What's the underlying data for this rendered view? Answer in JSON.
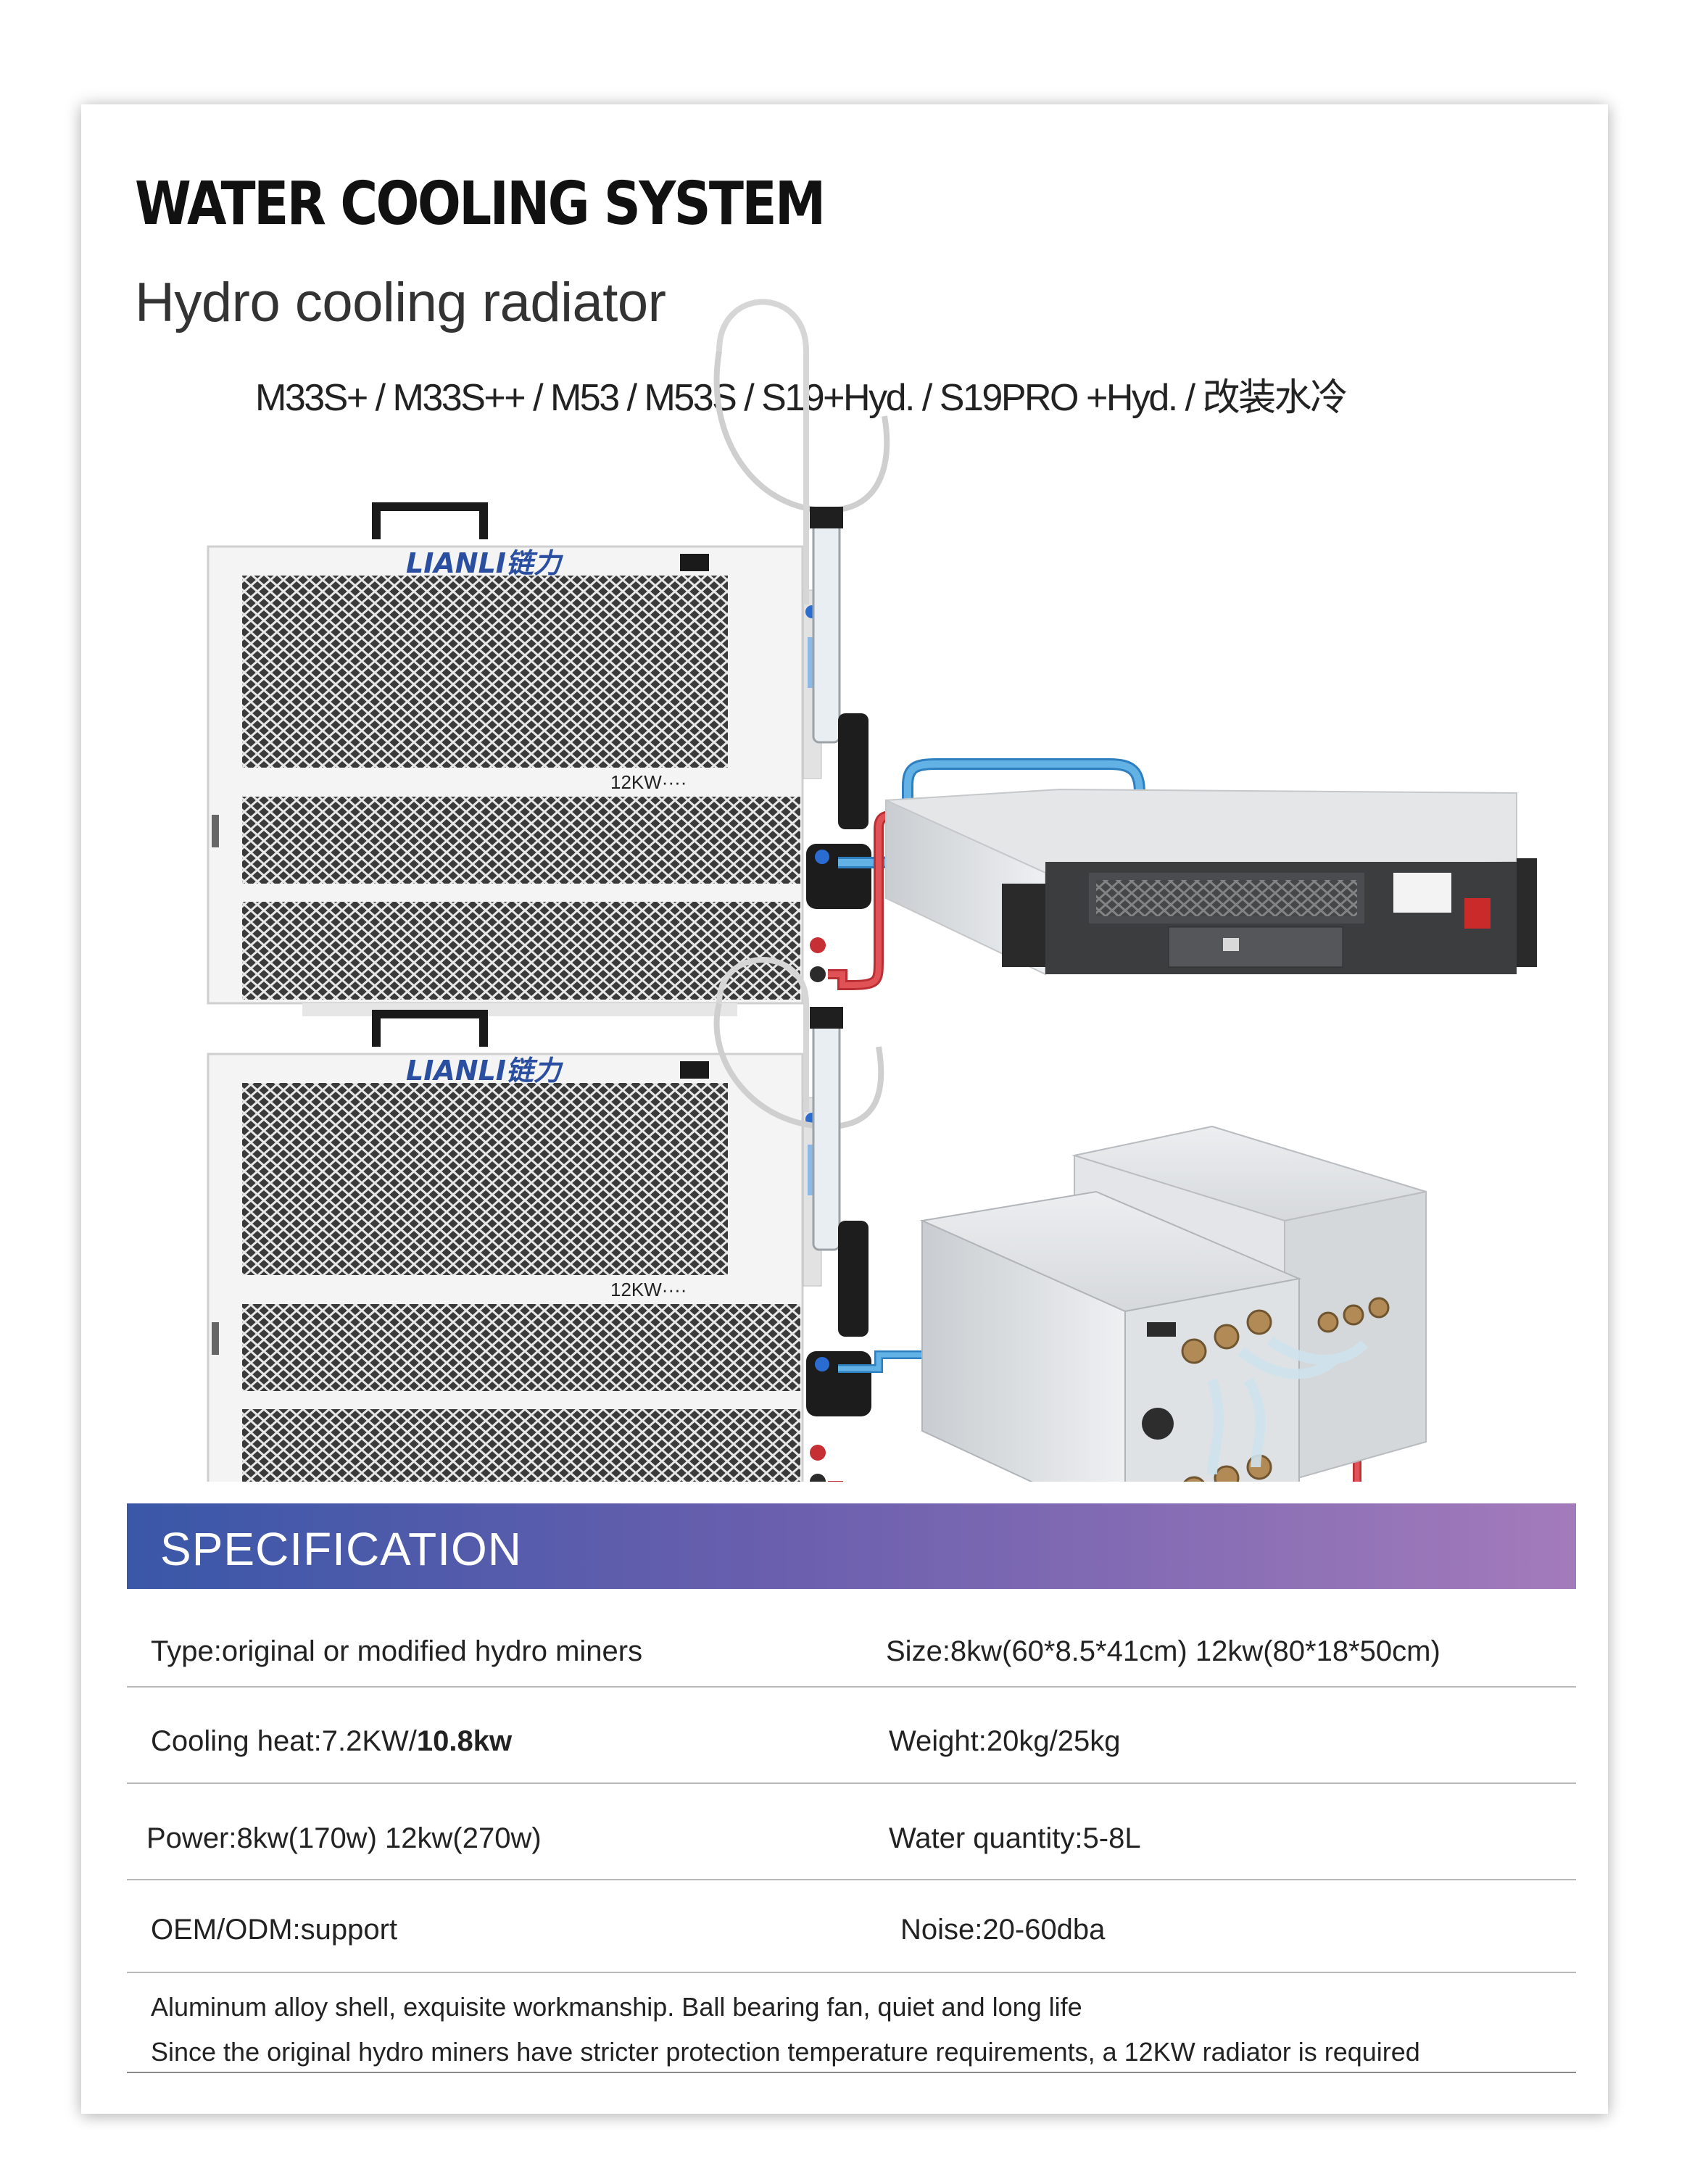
{
  "header": {
    "title": "WATER COOLING SYSTEM",
    "subtitle": "Hydro cooling radiator",
    "models": "M33S+ / M33S++ / M53 / M53S / S19+Hyd. / S19PRO +Hyd. / 改装水冷"
  },
  "illustration": {
    "radiator_top": {
      "brand": "LIANLI链力",
      "rating": "12KW····"
    },
    "radiator_bottom": {
      "brand": "LIANLI链力",
      "rating": "12KW····"
    },
    "pipe_colors": {
      "cold": "#62b2e6",
      "hot": "#e05255"
    }
  },
  "specification": {
    "heading": "SPECIFICATION",
    "rows": [
      {
        "left": "Type:original or modified hydro miners",
        "right": "Size:8kw(60*8.5*41cm) 12kw(80*18*50cm)"
      },
      {
        "left_prefix": "Cooling heat:7.2KW/",
        "left_bold": "10.8kw",
        "right": "Weight:20kg/25kg"
      },
      {
        "left": "Power:8kw(170w)  12kw(270w)",
        "right": "Water quantity:5-8L"
      },
      {
        "left": "OEM/ODM:support",
        "right": "Noise:20-60dba"
      }
    ],
    "notes": [
      "Aluminum alloy shell, exquisite workmanship. Ball bearing fan, quiet and long life",
      "Since the original hydro miners have stricter protection temperature requirements, a 12KW radiator is required"
    ],
    "gradient_colors": [
      "#3a57a8",
      "#6a5fae",
      "#a37bbb"
    ]
  }
}
